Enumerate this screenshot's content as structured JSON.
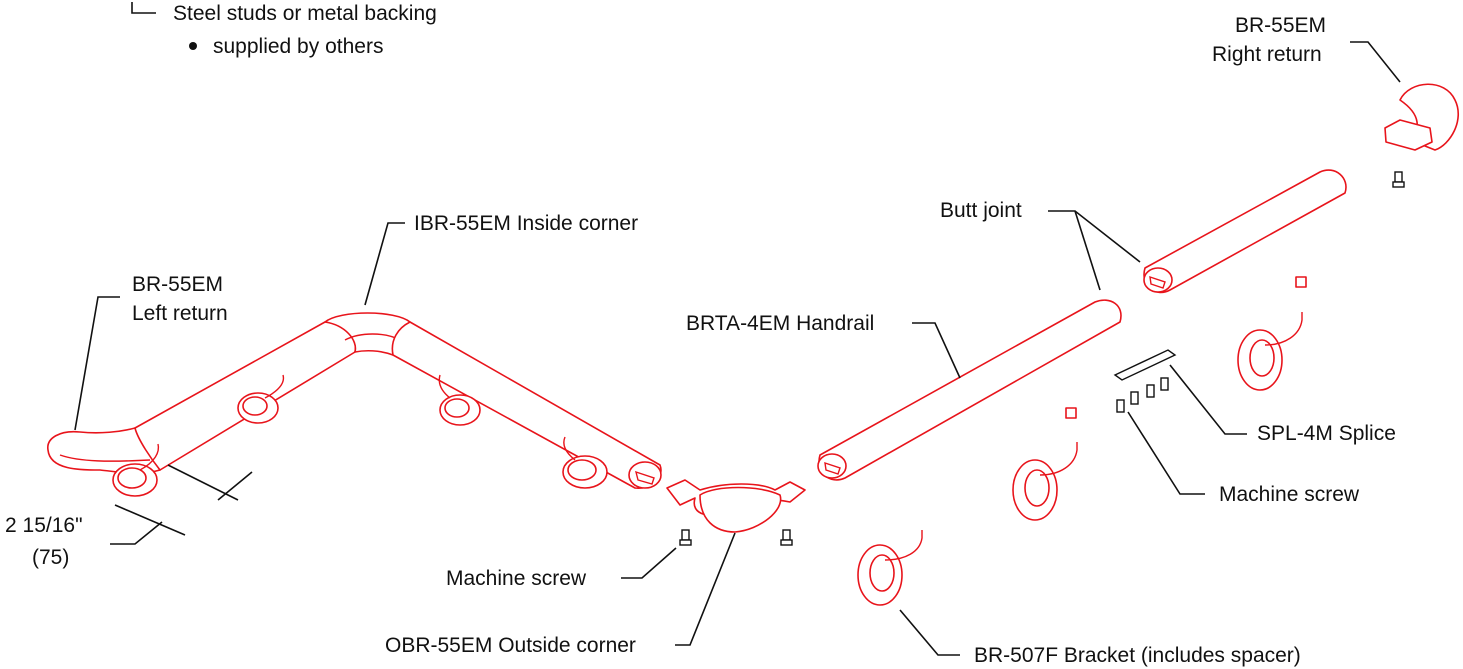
{
  "colors": {
    "part_outline": "#e8141b",
    "leader": "#111111"
  },
  "labels": {
    "steel_studs": "Steel studs or metal backing",
    "supplied_by": "supplied by others",
    "br55_right_1": "BR-55EM",
    "br55_right_2": "Right return",
    "butt_joint": "Butt joint",
    "ibr55": "IBR-55EM Inside corner",
    "br55_left_1": "BR-55EM",
    "br55_left_2": "Left return",
    "brta4": "BRTA-4EM Handrail",
    "spl4": "SPL-4M Splice",
    "machine_screw_right": "Machine screw",
    "dim_1": "2 15/16\"",
    "dim_2": "(75)",
    "machine_screw_left": "Machine screw",
    "obr55": "OBR-55EM Outside corner",
    "br507": "BR-507F Bracket (includes spacer)"
  }
}
